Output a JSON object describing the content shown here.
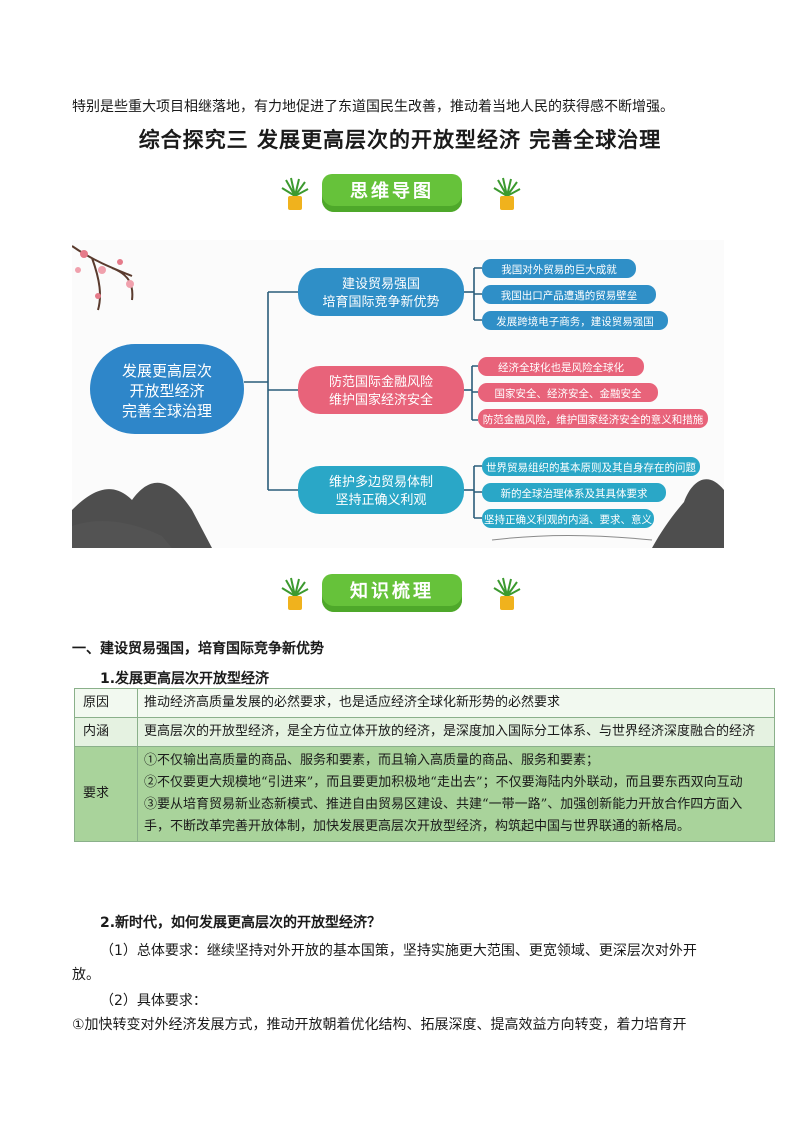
{
  "intro_line": "特别是些重大项目相继落地，有力地促进了东道国民生改善，推动着当地人民的获得感不断增强。",
  "page_title": "综合探究三  发展更高层次的开放型经济  完善全球治理",
  "banner_mindmap": "思维导图",
  "banner_knowledge": "知识梳理",
  "mindmap": {
    "root": [
      "发展更高层次",
      "开放型经济",
      "完善全球治理"
    ],
    "branches": [
      {
        "lines": [
          "建设贸易强国",
          "培育国际竞争新优势"
        ],
        "leaves": [
          "我国对外贸易的巨大成就",
          "我国出口产品遭遇的贸易壁垒",
          "发展跨境电子商务，建设贸易强国"
        ]
      },
      {
        "lines": [
          "防范国际金融风险",
          "维护国家经济安全"
        ],
        "leaves": [
          "经济全球化也是风险全球化",
          "国家安全、经济安全、金融安全",
          "防范金融风险，维护国家经济安全的意义和措施"
        ]
      },
      {
        "lines": [
          "维护多边贸易体制",
          "坚持正确义利观"
        ],
        "leaves": [
          "世界贸易组织的基本原则及其自身存在的问题",
          "新的全球治理体系及其具体要求",
          "坚持正确义利观的内涵、要求、意义"
        ]
      }
    ]
  },
  "section1_heading": "一、建设贸易强国，培育国际竞争新优势",
  "sub1_heading": "1.发展更高层次开放型经济",
  "table": {
    "rows": [
      {
        "label": "原因",
        "text": "推动经济高质量发展的必然要求，也是适应经济全球化新形势的必然要求"
      },
      {
        "label": "内涵",
        "text": "更高层次的开放型经济，是全方位立体开放的经济，是深度加入国际分工体系、与世界经济深度融合的经济"
      },
      {
        "label": "要求",
        "items": [
          "①不仅输出高质量的商品、服务和要素，而且输入高质量的商品、服务和要素；",
          "②不仅要更大规模地“引进来”，而且要更加积极地“走出去”；不仅要海陆内外联动，而且要东西双向互动",
          "③要从培育贸易新业态新模式、推进自由贸易区建设、共建“一带一路”、加强创新能力开放合作四方面入手，不断改革完善开放体制，加快发展更高层次开放型经济，构筑起中国与世界联通的新格局。"
        ]
      }
    ]
  },
  "sub2_heading": "2.新时代，如何发展更高层次的开放型经济？",
  "paras": {
    "p1_line1": "（1）总体要求：继续坚持对外开放的基本国策，坚持实施更大范围、更宽领域、更深层次对外开",
    "p1_line2": "放。",
    "p2": "（2）具体要求：",
    "p3": "①加快转变对外经济发展方式，推动开放朝着优化结构、拓展深度、提高效益方向转变，着力培育开"
  },
  "colors": {
    "banner_green": "#66c23a",
    "node_blue": "#2f8fc7",
    "node_pink": "#e8637a",
    "node_teal": "#2aa7c7",
    "root_blue": "#2e86c9",
    "table_header_green": "#a9d39b"
  }
}
